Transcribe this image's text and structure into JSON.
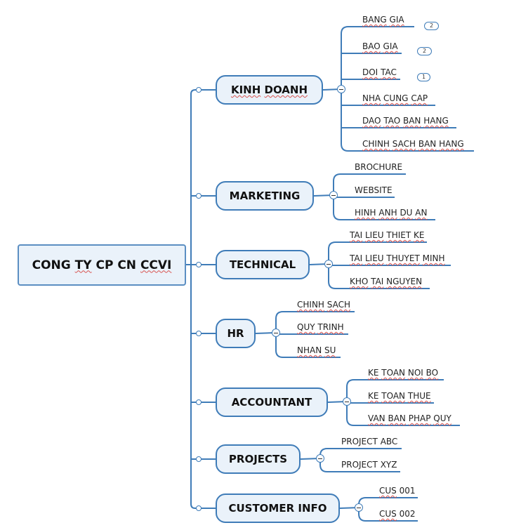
{
  "root": {
    "label": "CONGTY CP CN CCVI"
  },
  "branches": [
    {
      "label": "KINH DOANH",
      "children": [
        {
          "label": "BANG GIA",
          "badge": "2"
        },
        {
          "label": "BAO GIA",
          "badge": "2"
        },
        {
          "label": "DOI TAC",
          "badge": "1"
        },
        {
          "label": "NHA CUNG CAP"
        },
        {
          "label": "DAO TAO BAN HANG"
        },
        {
          "label": "CHINH SACH BAN HANG"
        }
      ]
    },
    {
      "label": "MARKETING",
      "children": [
        {
          "label": "BROCHURE"
        },
        {
          "label": "WEBSITE"
        },
        {
          "label": "HINH ANH DU AN"
        }
      ]
    },
    {
      "label": "TECHNICAL",
      "children": [
        {
          "label": "TAI LIEU THIET KE"
        },
        {
          "label": "TAI LIEU THUYET MINH"
        },
        {
          "label": "KHO TAI NGUYEN"
        }
      ]
    },
    {
      "label": "HR",
      "children": [
        {
          "label": "CHINH SACH"
        },
        {
          "label": "QUY TRINH"
        },
        {
          "label": "NHAN SU"
        }
      ]
    },
    {
      "label": "ACCOUNTANT",
      "children": [
        {
          "label": "KE TOAN NOI BO"
        },
        {
          "label": "KE TOAN THUE"
        },
        {
          "label": "VAN BAN PHAP QUY"
        }
      ]
    },
    {
      "label": "PROJECTS",
      "children": [
        {
          "label": "PROJECT ABC"
        },
        {
          "label": "PROJECT XYZ"
        }
      ]
    },
    {
      "label": "CUSTOMER INFO",
      "children": [
        {
          "label": "CUS 001"
        },
        {
          "label": "CUS 002"
        }
      ]
    }
  ],
  "colors": {
    "line": "#3f7cb8",
    "topic_fill": "#eaf2fa",
    "spellcheck": "#d9534f"
  }
}
